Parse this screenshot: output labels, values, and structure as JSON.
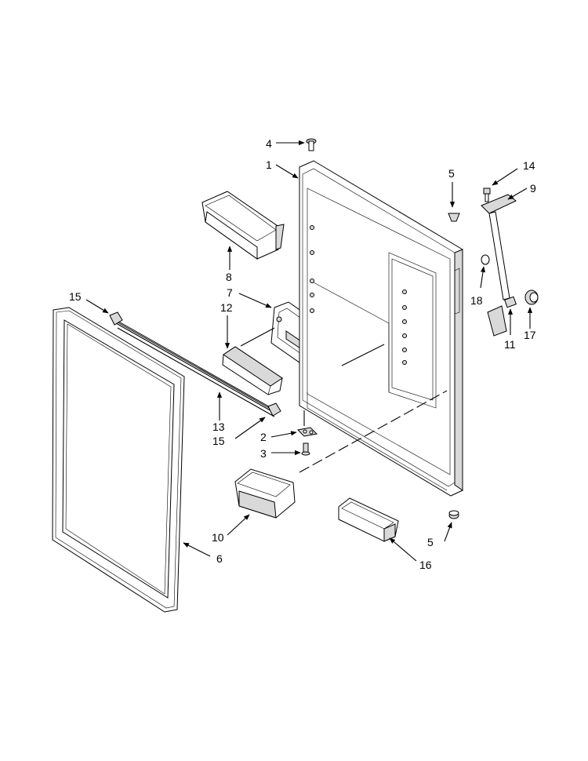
{
  "callouts": {
    "c1": "1",
    "c2": "2",
    "c3": "3",
    "c4": "4",
    "c5_top": "5",
    "c5_bottom": "5",
    "c6": "6",
    "c7": "7",
    "c8": "8",
    "c9": "9",
    "c10": "10",
    "c11": "11",
    "c12": "12",
    "c13": "13",
    "c14": "14",
    "c15_top": "15",
    "c15_bottom": "15",
    "c16": "16",
    "c17": "17",
    "c18": "18"
  }
}
